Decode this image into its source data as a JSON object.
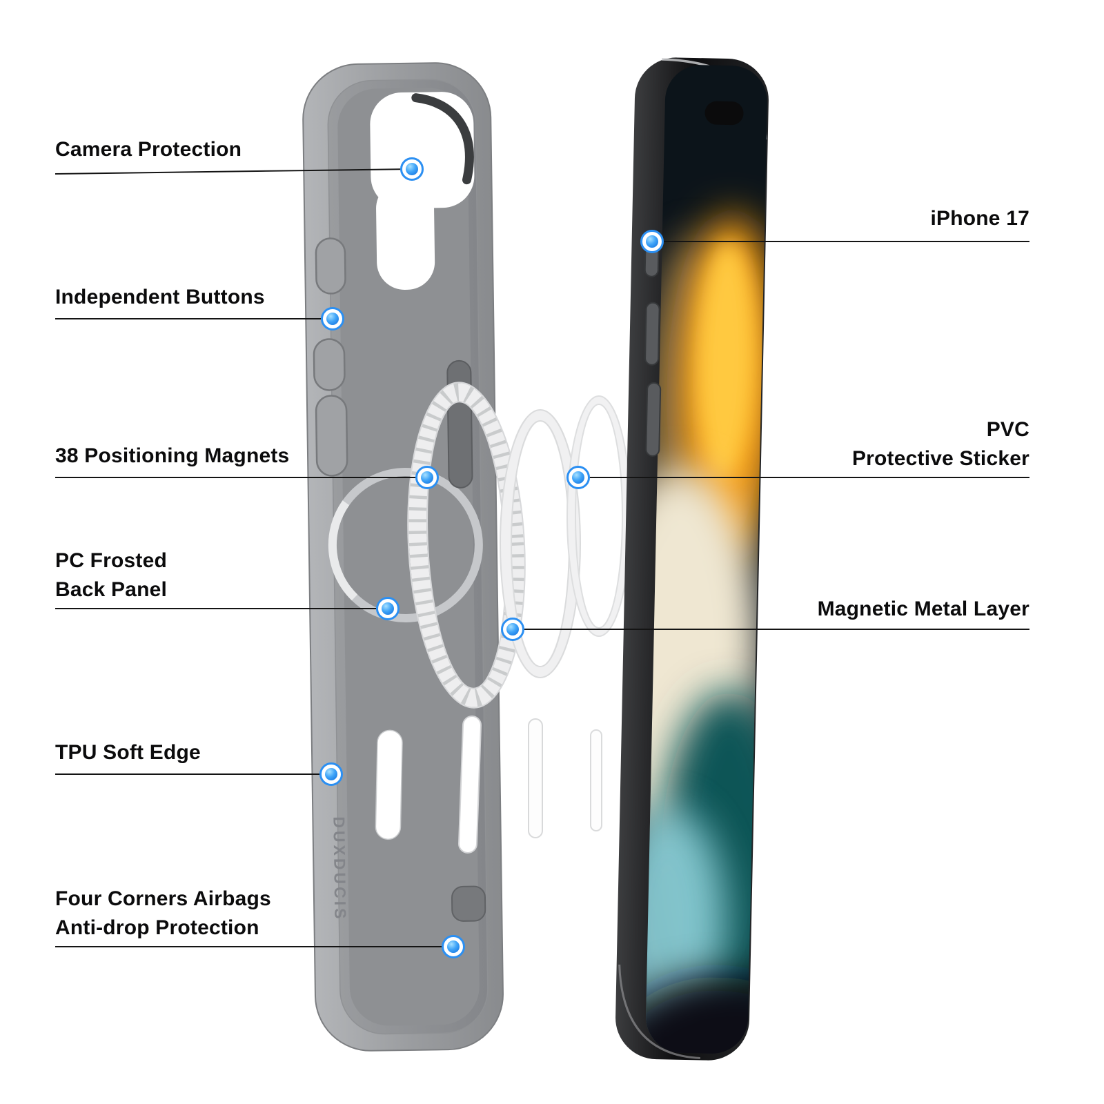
{
  "callouts": {
    "left": [
      {
        "label_lines": [
          "Camera Protection"
        ]
      },
      {
        "label_lines": [
          "Independent Buttons"
        ]
      },
      {
        "label_lines": [
          "38 Positioning Magnets"
        ]
      },
      {
        "label_lines": [
          "PC Frosted",
          "Back Panel"
        ]
      },
      {
        "label_lines": [
          "TPU Soft Edge"
        ]
      },
      {
        "label_lines": [
          "Four Corners Airbags",
          "Anti-drop Protection"
        ]
      }
    ],
    "right": [
      {
        "label_lines": [
          "iPhone 17"
        ]
      },
      {
        "label_lines": [
          "PVC",
          "Protective Sticker"
        ]
      },
      {
        "label_lines": [
          "Magnetic Metal Layer"
        ]
      }
    ]
  },
  "brand": {
    "case_edge_text": "DUXDUCIS"
  },
  "colors": {
    "background": "#ffffff",
    "label_text": "#0b0b0c",
    "callout_line": "#141414",
    "callout_dot_blue": "#1E88F7",
    "case_gray": "#9b9da0",
    "phone_frame_dark": "#0e0e10",
    "wallpaper_orange": "#F59D13",
    "wallpaper_cream": "#EFE7D2",
    "wallpaper_teal": "#0D5457"
  }
}
